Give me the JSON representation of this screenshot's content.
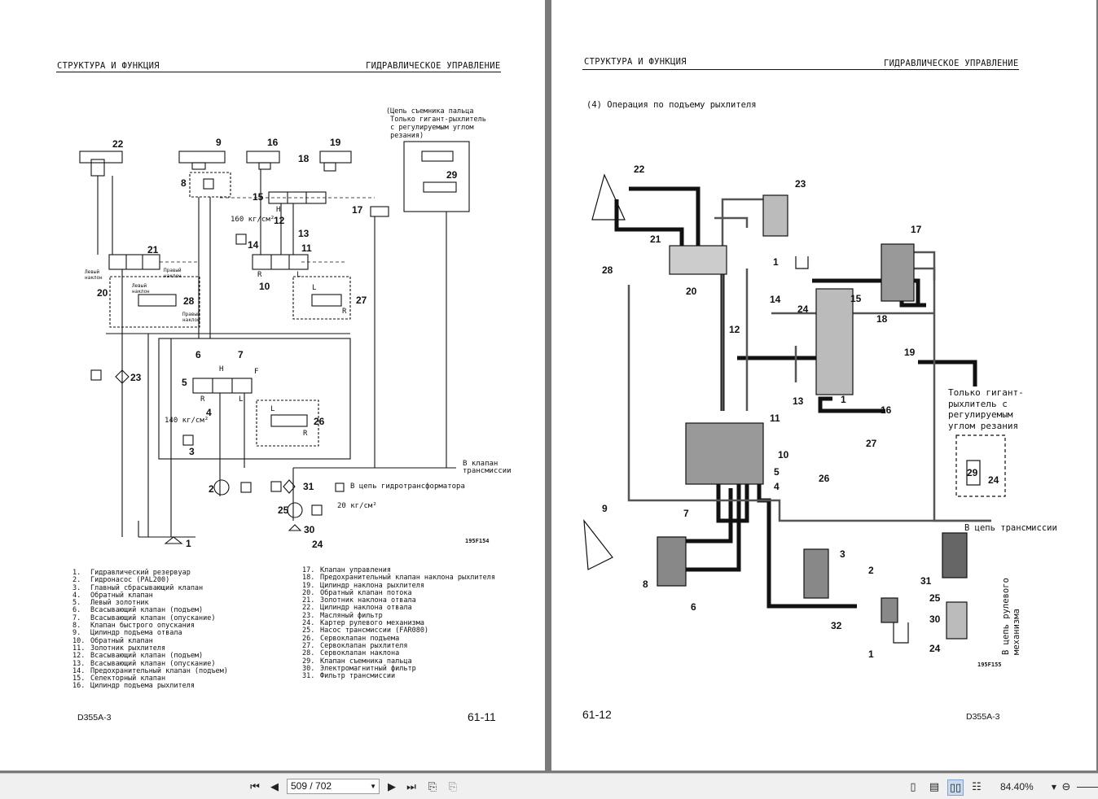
{
  "left_page": {
    "header_left": "СТРУКТУРА И ФУНКЦИЯ",
    "header_right": "ГИДРАВЛИЧЕСКОЕ УПРАВЛЕНИЕ",
    "inset_note": "(Цепь съемника пальца\n Только гигант-рыхлитель\n с регулируемым углом\n резания)",
    "labels": {
      "p160": "160 кг/см²",
      "p140": "140 кг/см²",
      "p20": "20 кг/см²",
      "to_transmission": "В клапан\nтрансмиссии",
      "to_converter": "В цепь гидротрансформатора",
      "left_tilt": "Левый\nнаклон",
      "right_tilt": "Правый\nнаклон",
      "left_tilt2": "Левый\nнаклон",
      "right_tilt2": "Правый\nнаклон",
      "fig": "195F154"
    },
    "legend_left": [
      {
        "n": "1.",
        "t": "Гидравлический резервуар"
      },
      {
        "n": "2.",
        "t": "Гидронасос (PAL200)"
      },
      {
        "n": "3.",
        "t": "Главный сбрасывающий клапан"
      },
      {
        "n": "4.",
        "t": "Обратный клапан"
      },
      {
        "n": "5.",
        "t": "Левый золотник"
      },
      {
        "n": "6.",
        "t": "Всасывающий клапан (подъем)"
      },
      {
        "n": "7.",
        "t": "Всасывающий клапан (опускание)"
      },
      {
        "n": "8.",
        "t": "Клапан быстрого опускания"
      },
      {
        "n": "9.",
        "t": "Цилиндр подъема отвала"
      },
      {
        "n": "10.",
        "t": "Обратный клапан"
      },
      {
        "n": "11.",
        "t": "Золотник рыхлителя"
      },
      {
        "n": "12.",
        "t": "Всасывающий клапан (подъем)"
      },
      {
        "n": "13.",
        "t": "Всасывающий клапан (опускание)"
      },
      {
        "n": "14.",
        "t": "Предохранительный клапан (подъем)"
      },
      {
        "n": "15.",
        "t": "Селекторный клапан"
      },
      {
        "n": "16.",
        "t": "Цилиндр подъема рыхлителя"
      }
    ],
    "legend_right": [
      {
        "n": "17.",
        "t": "Клапан управления"
      },
      {
        "n": "18.",
        "t": "Предохранительный клапан наклона рыхлителя"
      },
      {
        "n": "19.",
        "t": "Цилиндр наклона рыхлителя"
      },
      {
        "n": "20.",
        "t": "Обратный клапан потока"
      },
      {
        "n": "21.",
        "t": "Золотник наклона отвала"
      },
      {
        "n": "22.",
        "t": "Цилиндр наклона отвала"
      },
      {
        "n": "23.",
        "t": "Масляный фильтр"
      },
      {
        "n": "24.",
        "t": "Картер рулевого механизма"
      },
      {
        "n": "25.",
        "t": "Насос трансмиссии (FAR080)"
      },
      {
        "n": "26.",
        "t": "Сервоклапан подъема"
      },
      {
        "n": "27.",
        "t": "Сервоклапан рыхлителя"
      },
      {
        "n": "28.",
        "t": "Сервоклапан наклона"
      },
      {
        "n": "29.",
        "t": "Клапан съемника пальца"
      },
      {
        "n": "30.",
        "t": "Электромагнитный фильтр"
      },
      {
        "n": "31.",
        "t": "Фильтр трансмиссии"
      }
    ],
    "model": "D355A-3",
    "page_number": "61-11"
  },
  "right_page": {
    "header_left": "СТРУКТУРА И ФУНКЦИЯ",
    "header_right": "ГИДРАВЛИЧЕСКОЕ УПРАВЛЕНИЕ",
    "section_title": "(4) Операция по подъему рыхлителя",
    "giant_note": "Только гигант-\nрыхлитель с\nрегулируемым\nуглом резания",
    "to_transmission": "В цепь трансмиссии",
    "to_steering": "В цепь рулевого\nмеханизма",
    "fig": "195F155",
    "page_number": "61-12",
    "model": "D355A-3"
  },
  "toolbar": {
    "page_field": "509 / 702",
    "zoom": "84.40%"
  }
}
